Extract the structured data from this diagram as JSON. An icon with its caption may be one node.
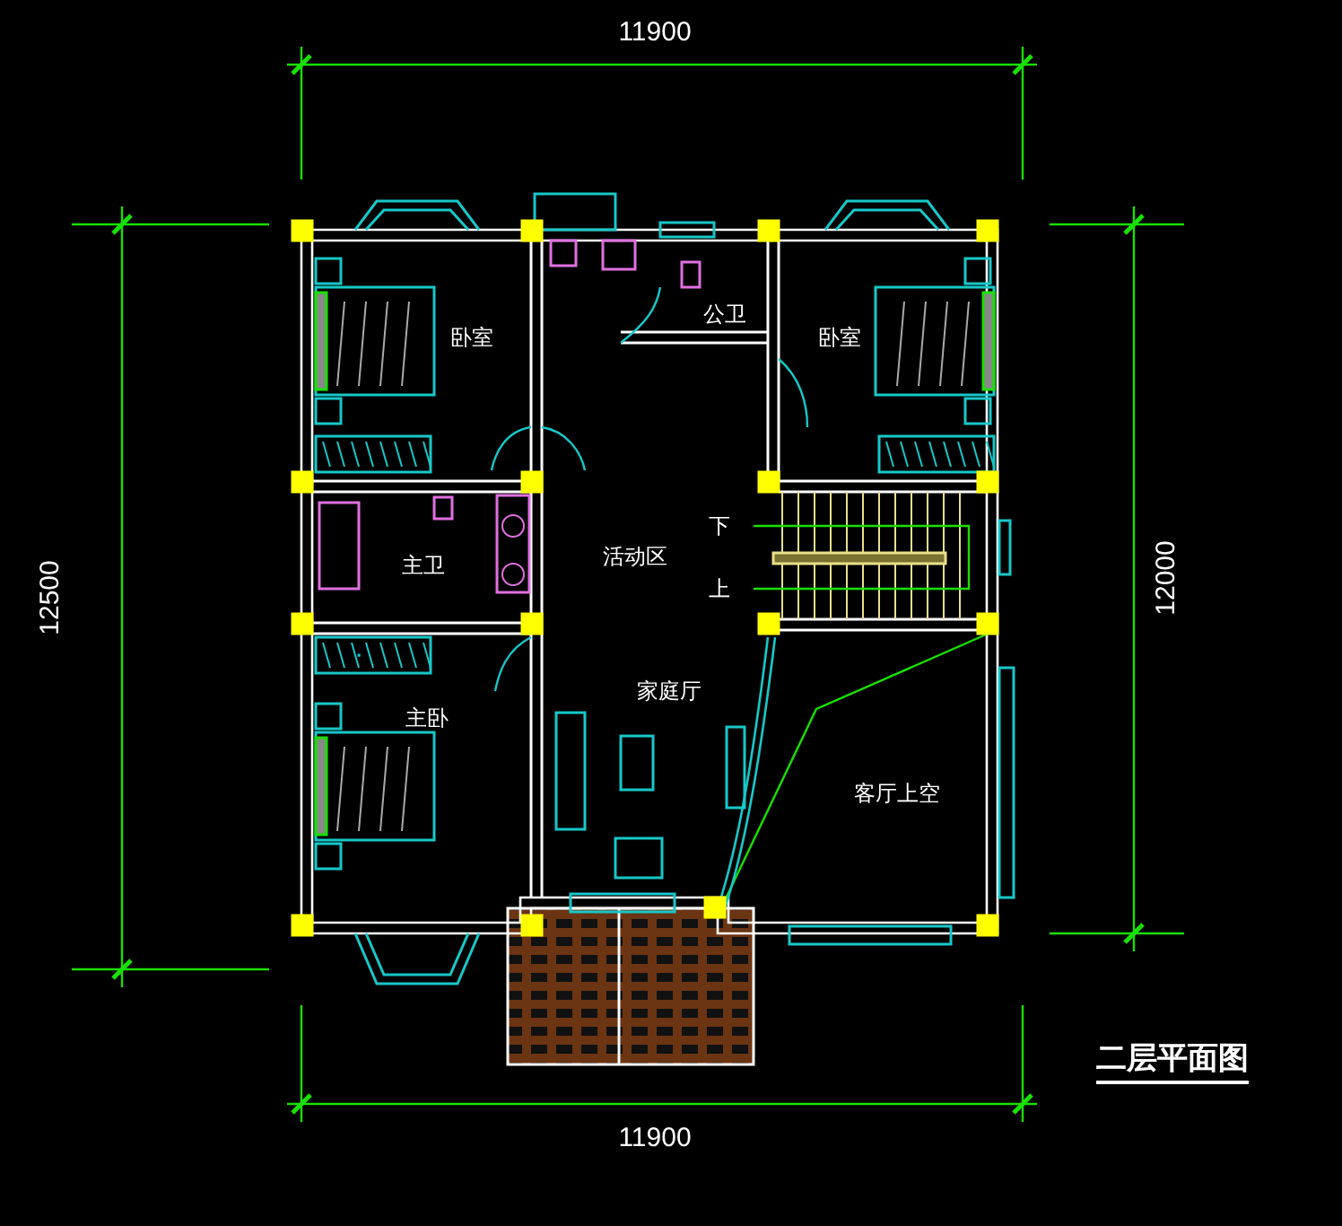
{
  "diagram": {
    "title": "二层平面图",
    "labels": [
      "11900",
      "卧室",
      "公卫",
      "卧室",
      "下",
      "主卫",
      "活动区",
      "上",
      "家庭厅",
      "主卧",
      "客厅上空",
      "12500",
      "12000",
      "11900"
    ]
  }
}
